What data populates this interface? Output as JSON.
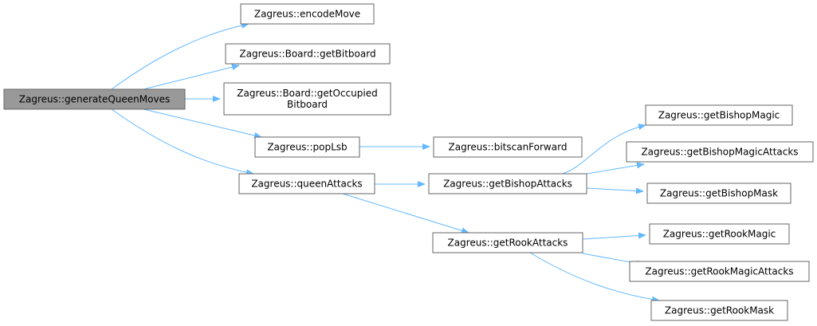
{
  "colors": {
    "edge": "#63b8ff",
    "node_fill": "#ffffff",
    "root_fill": "#999999",
    "node_border": "#666666",
    "text": "#000000"
  },
  "nodes": {
    "generateQueenMoves": {
      "lines": [
        "Zagreus::generateQueenMoves"
      ],
      "root": true
    },
    "encodeMove": {
      "lines": [
        "Zagreus::encodeMove"
      ]
    },
    "getBitboard": {
      "lines": [
        "Zagreus::Board::getBitboard"
      ]
    },
    "getOccupiedBitboard": {
      "lines": [
        "Zagreus::Board::getOccupied",
        "Bitboard"
      ]
    },
    "popLsb": {
      "lines": [
        "Zagreus::popLsb"
      ]
    },
    "queenAttacks": {
      "lines": [
        "Zagreus::queenAttacks"
      ]
    },
    "bitscanForward": {
      "lines": [
        "Zagreus::bitscanForward"
      ]
    },
    "getBishopAttacks": {
      "lines": [
        "Zagreus::getBishopAttacks"
      ]
    },
    "getRookAttacks": {
      "lines": [
        "Zagreus::getRookAttacks"
      ]
    },
    "getBishopMagic": {
      "lines": [
        "Zagreus::getBishopMagic"
      ]
    },
    "getBishopMagicAttacks": {
      "lines": [
        "Zagreus::getBishopMagicAttacks"
      ]
    },
    "getBishopMask": {
      "lines": [
        "Zagreus::getBishopMask"
      ]
    },
    "getRookMagic": {
      "lines": [
        "Zagreus::getRookMagic"
      ]
    },
    "getRookMagicAttacks": {
      "lines": [
        "Zagreus::getRookMagicAttacks"
      ]
    },
    "getRookMask": {
      "lines": [
        "Zagreus::getRookMask"
      ]
    }
  },
  "edges": [
    {
      "from": "generateQueenMoves",
      "to": "encodeMove"
    },
    {
      "from": "generateQueenMoves",
      "to": "getBitboard"
    },
    {
      "from": "generateQueenMoves",
      "to": "getOccupiedBitboard"
    },
    {
      "from": "generateQueenMoves",
      "to": "popLsb"
    },
    {
      "from": "generateQueenMoves",
      "to": "queenAttacks"
    },
    {
      "from": "popLsb",
      "to": "bitscanForward"
    },
    {
      "from": "queenAttacks",
      "to": "getBishopAttacks"
    },
    {
      "from": "queenAttacks",
      "to": "getRookAttacks"
    },
    {
      "from": "getBishopAttacks",
      "to": "getBishopMagic"
    },
    {
      "from": "getBishopAttacks",
      "to": "getBishopMagicAttacks"
    },
    {
      "from": "getBishopAttacks",
      "to": "getBishopMask"
    },
    {
      "from": "getRookAttacks",
      "to": "getRookMagic"
    },
    {
      "from": "getRookAttacks",
      "to": "getRookMagicAttacks"
    },
    {
      "from": "getRookAttacks",
      "to": "getRookMask"
    }
  ]
}
